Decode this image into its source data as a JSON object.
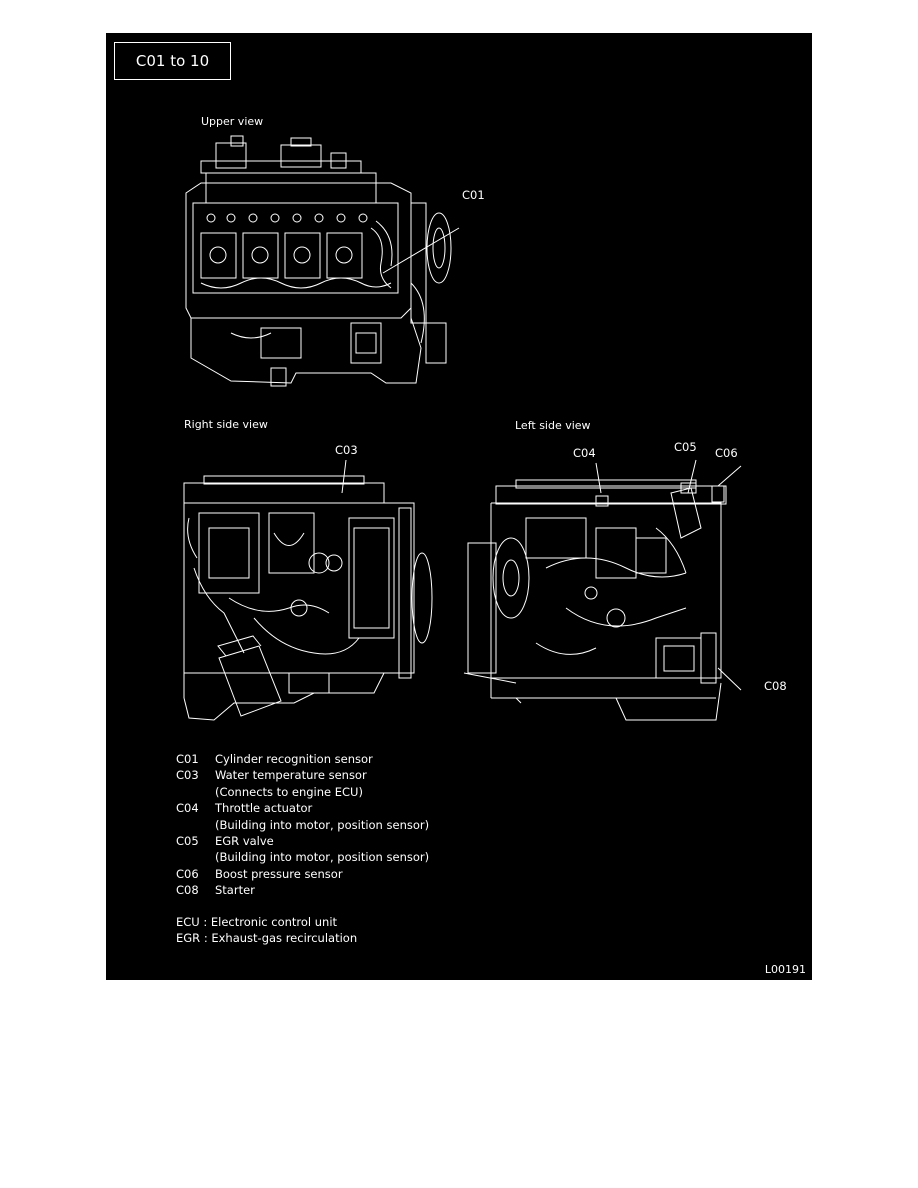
{
  "title": "C01 to 10",
  "views": {
    "upper": "Upper view",
    "right": "Right side view",
    "left": "Left side view"
  },
  "callouts": {
    "c01": "C01",
    "c03": "C03",
    "c04": "C04",
    "c05": "C05",
    "c06": "C06",
    "c08": "C08"
  },
  "legend": [
    {
      "code": "C01",
      "desc": "Cylinder recognition sensor"
    },
    {
      "code": "C03",
      "desc": "Water temperature sensor"
    },
    {
      "code": "",
      "desc": "(Connects to engine ECU)"
    },
    {
      "code": "C04",
      "desc": "Throttle actuator"
    },
    {
      "code": "",
      "desc": "(Building into motor, position sensor)"
    },
    {
      "code": "C05",
      "desc": "EGR valve"
    },
    {
      "code": "",
      "desc": "(Building into motor, position sensor)"
    },
    {
      "code": "C06",
      "desc": "Boost pressure sensor"
    },
    {
      "code": "C08",
      "desc": "Starter"
    }
  ],
  "abbreviations": [
    "ECU : Electronic control unit",
    "EGR : Exhaust-gas recirculation"
  ],
  "figure_ref": "L00191",
  "colors": {
    "panel": "#000000",
    "line": "#ffffff",
    "page": "#ffffff"
  }
}
